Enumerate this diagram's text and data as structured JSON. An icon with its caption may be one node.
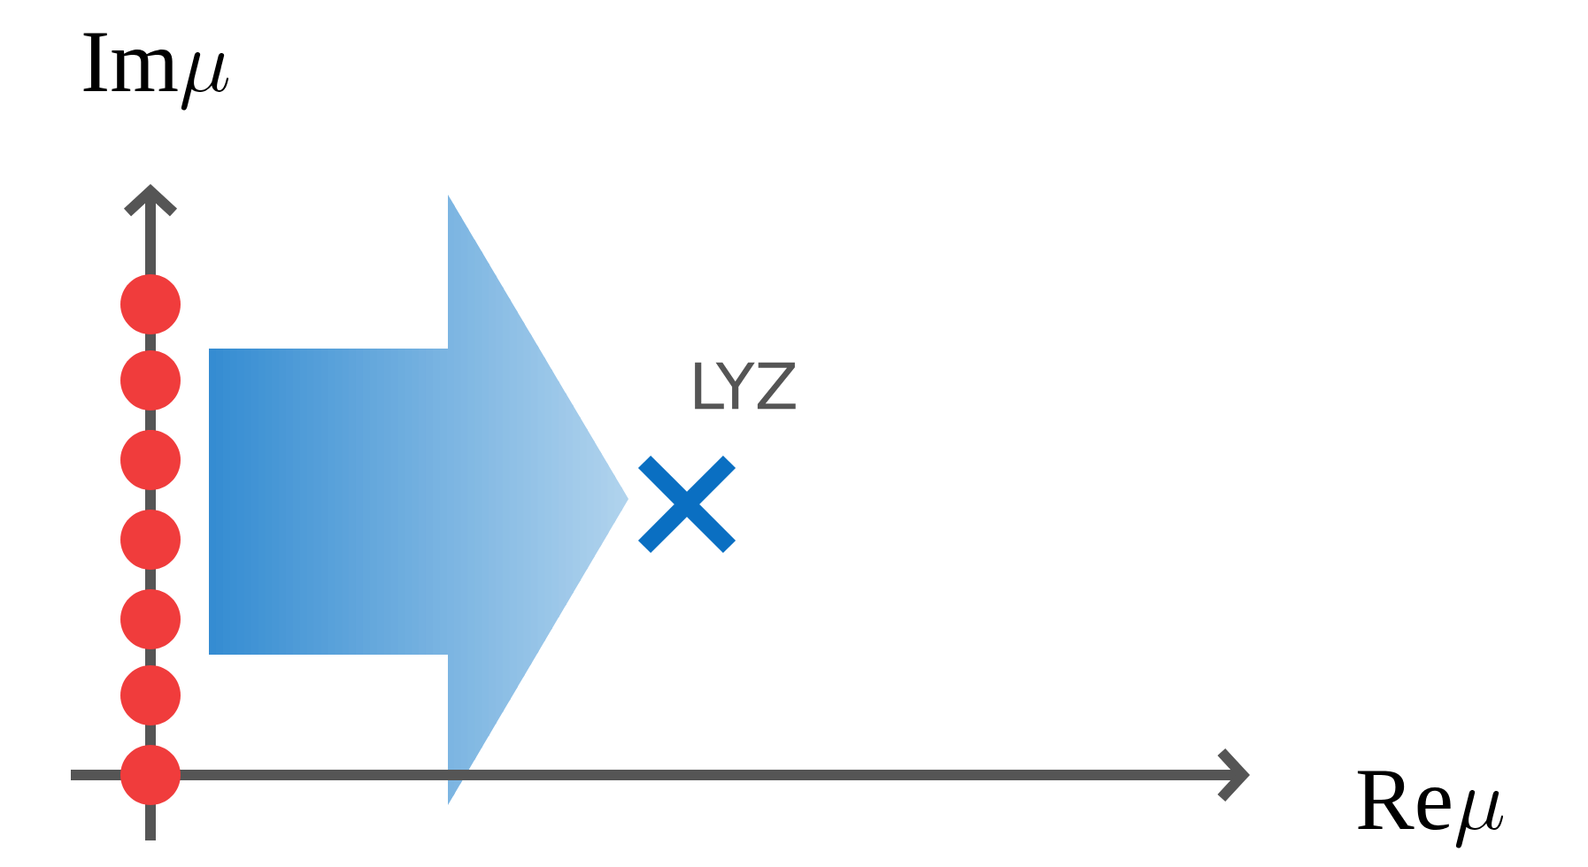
{
  "diagram": {
    "labels": [
      "\\mathrm{Im}\\mu",
      "LYZ",
      "\\mathrm{Re}\\mu"
    ]
  }
}
